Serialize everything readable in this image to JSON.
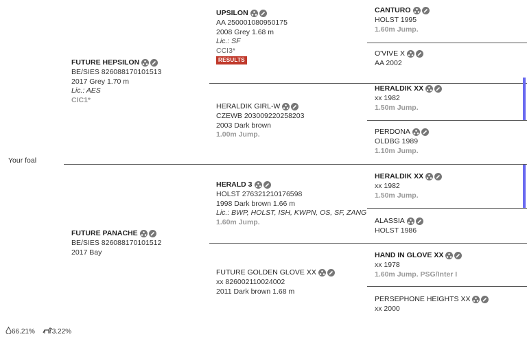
{
  "your_foal_label": "Your foal",
  "colors": {
    "accent": "#6a6af0",
    "results": "#c0392b"
  },
  "sire": {
    "name": "FUTURE HEPSILON",
    "reg": "BE/SIES 826088170101513",
    "details": "2017 Grey 1.70 m",
    "lic": "Lic.: AES",
    "level": "CIC1*"
  },
  "dam": {
    "name": "FUTURE PANACHE",
    "reg": "BE/SIES 826088170101512",
    "details": "2017 Bay"
  },
  "ss": {
    "name": "UPSILON",
    "reg": "AA 250001080950175",
    "details": "2008 Grey 1.68 m",
    "lic": "Lic.: SF",
    "level": "CCI3*",
    "results": "RESULTS"
  },
  "sd": {
    "name": "HERALDIK GIRL-W",
    "reg": "CZEWB 203009220258203",
    "details": "2003 Dark brown",
    "level": "1.00m Jump."
  },
  "ds": {
    "name": "HERALD 3",
    "reg": "HOLST 276321210176598",
    "details": "1998 Dark brown 1.66 m",
    "lic": "Lic.: BWP, HOLST, ISH, KWPN, OS, SF, ZANG",
    "level": "1.60m Jump."
  },
  "dd": {
    "name": "FUTURE GOLDEN GLOVE XX",
    "reg": "xx 826002110024002",
    "details": "2011 Dark brown 1.68 m"
  },
  "sss": {
    "name": "CANTURO",
    "reg": "HOLST 1995",
    "level": "1.60m Jump."
  },
  "ssd": {
    "name": "O'VIVE X",
    "reg": "AA 2002"
  },
  "sds": {
    "name": "HERALDIK XX",
    "reg": "xx 1982",
    "level": "1.50m Jump."
  },
  "sdd": {
    "name": "PERDONA",
    "reg": "OLDBG 1989",
    "level": "1.10m Jump."
  },
  "dss": {
    "name": "HERALDIK XX",
    "reg": "xx 1982",
    "level": "1.50m Jump."
  },
  "dsd": {
    "name": "ALASSIA",
    "reg": "HOLST 1986"
  },
  "dds": {
    "name": "HAND IN GLOVE XX",
    "reg": "xx 1978",
    "level": "1.60m Jump. PSG/Inter I"
  },
  "ddd": {
    "name": "PERSEPHONE HEIGHTS XX",
    "reg": "xx 2000"
  },
  "footer": {
    "percent_1": "66.21%",
    "percent_2": "3.22%"
  }
}
